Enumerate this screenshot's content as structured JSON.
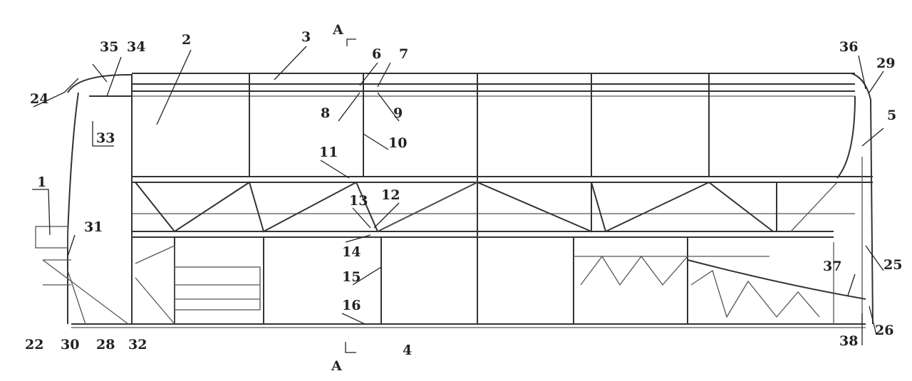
{
  "figure": {
    "section_mark": "A",
    "labels": [
      "1",
      "2",
      "3",
      "4",
      "5",
      "6",
      "7",
      "8",
      "9",
      "10",
      "11",
      "12",
      "13",
      "14",
      "15",
      "16",
      "22",
      "24",
      "25",
      "26",
      "29",
      "30",
      "28",
      "31",
      "32",
      "33",
      "34",
      "35",
      "36",
      "37",
      "38"
    ]
  }
}
